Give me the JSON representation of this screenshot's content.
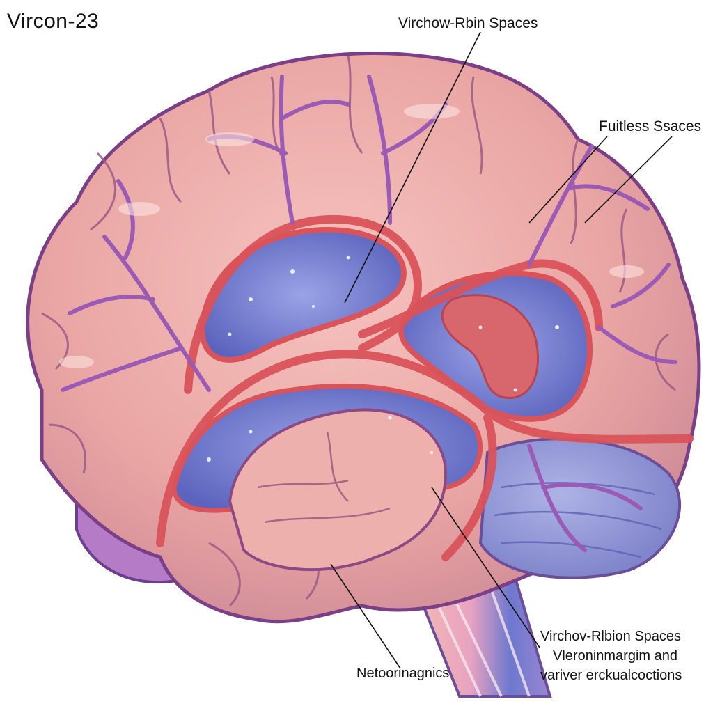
{
  "title": "Vircon-23",
  "labels": {
    "top": "Virchow-Rbin Spaces",
    "right": "Fuitless Ssaces",
    "bottom_left": "Netoorinagnics",
    "bottom_right_line1": "Virchov-Rlbion Spaces",
    "bottom_right_line2": "Vleroninmargim and",
    "bottom_right_line3": "variver erckualcoctions"
  },
  "colors": {
    "background": "#ffffff",
    "cortex": "#e9a5a3",
    "vessel_purple": "#9b5bb5",
    "artery_red": "#d9535a",
    "ventricle_blue": "#6f78c9",
    "cerebellum": "#8f93d3"
  }
}
